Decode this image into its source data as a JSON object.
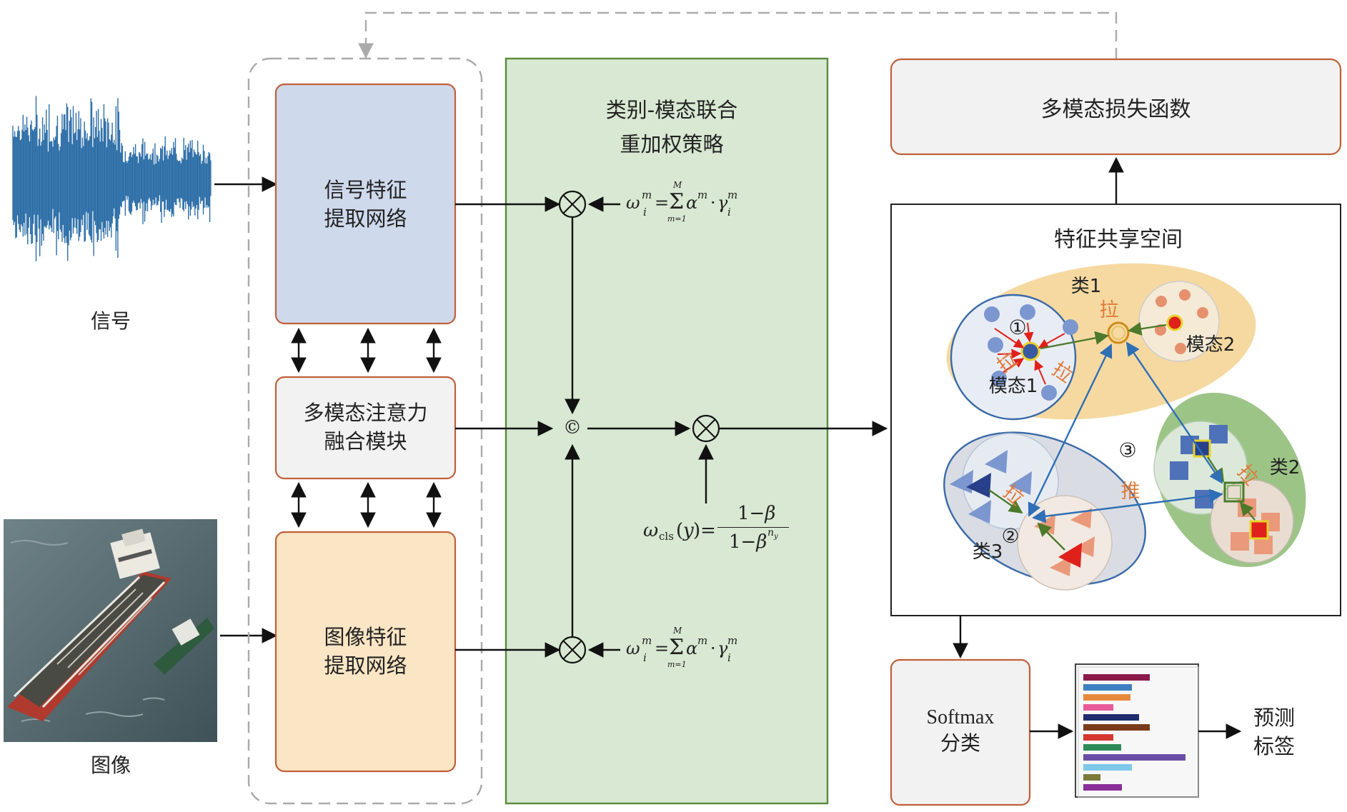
{
  "inputs": {
    "signal_label": "信号",
    "image_label": "图像"
  },
  "extractors": {
    "signal_net": [
      "信号特征",
      "提取网络"
    ],
    "fusion_module": [
      "多模态注意力",
      "融合模块"
    ],
    "image_net": [
      "图像特征",
      "提取网络"
    ]
  },
  "strategy": {
    "title": [
      "类别-模态联合",
      "重加权策略"
    ],
    "concat_symbol": "©",
    "multiply_symbol": "⊗",
    "omega_formula": "ω_i^m = Σ_{m=1}^{M} α^m · γ_i^m",
    "cls_formula": "ω_cls(y) = (1−β) / (1−β^{n_y})"
  },
  "loss": {
    "label": "多模态损失函数"
  },
  "feature_space": {
    "title": "特征共享空间",
    "class1": "类1",
    "class2": "类2",
    "class3": "类3",
    "modality1": "模态1",
    "modality2": "模态2",
    "pull": "拉",
    "push": "推",
    "marker1": "①",
    "marker2": "②",
    "marker3": "③"
  },
  "classifier": {
    "lines": [
      "Softmax",
      "分类"
    ]
  },
  "output": {
    "lines": [
      "预测",
      "标签"
    ]
  },
  "colors": {
    "signal_box": "#cfd9ec",
    "fusion_box": "#f2f2f2",
    "image_box": "#fae5c4",
    "strategy_panel": "#d8e8d2",
    "strategy_border": "#5a8a3c",
    "box_border": "#c0603a",
    "class1_fill": "#f6d9a0",
    "class2_fill": "#9cc487",
    "class3_fill": "#d9dde3",
    "pull_text": "#e07a3a",
    "waveform": "#2e6fa8"
  },
  "output_bar_colors": [
    "#8b1a4a",
    "#3d7fc0",
    "#e8883a",
    "#e85b9a",
    "#1f2d6e",
    "#7a3b1a",
    "#d6382f",
    "#2e8b57",
    "#6a4ea8",
    "#7ec8e8",
    "#7d7a3a",
    "#8a2f9a"
  ],
  "output_bar_levels": [
    0.62,
    0.45,
    0.44,
    0.28,
    0.52,
    0.62,
    0.28,
    0.35,
    0.95,
    0.45,
    0.16,
    0.36
  ]
}
